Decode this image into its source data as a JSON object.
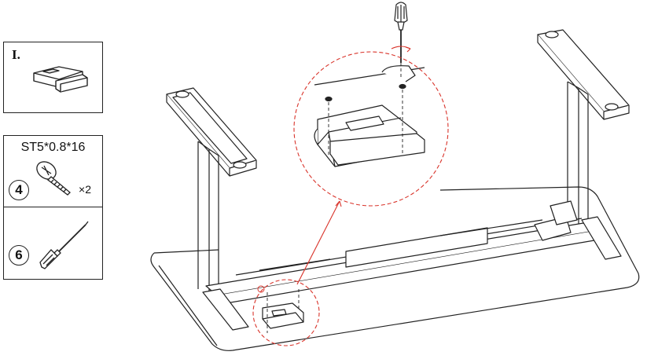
{
  "parts_panel": {
    "step": "I.",
    "icon": "control-box-icon"
  },
  "hardware_panel": {
    "callout_number": "4",
    "spec": "ST5*0.8*16",
    "quantity": "×2",
    "icon": "screw-icon"
  },
  "tool_panel": {
    "callout_number": "6",
    "icon": "screwdriver-icon"
  },
  "colors": {
    "line": "#222222",
    "callout": "#d9342b"
  }
}
